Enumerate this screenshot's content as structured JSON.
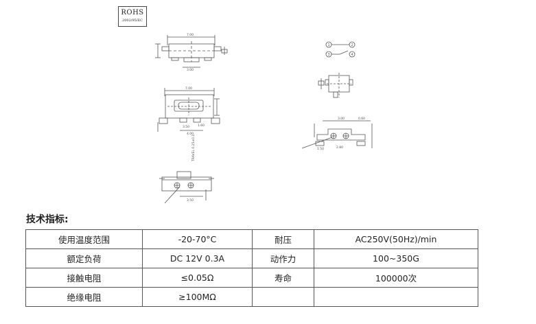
{
  "badge": {
    "mark": "ROHS",
    "code": "2002/95/EC"
  },
  "drawing_labels": {
    "dim_w1": "7.00",
    "dim_w2": "7.00",
    "dim_b1": "3.00",
    "dim_b2": "3.50",
    "dim_b3": "4.00",
    "dim_s1": "1.60",
    "dim_s2": "3.50",
    "dim_r1": "3.00",
    "dim_r2": "0.60",
    "dim_r3": "1.50",
    "dim_r4": "2.80",
    "pin1": "1",
    "pin2": "2",
    "pin3": "3",
    "pin4": "4",
    "vertical_note": "TRAVEL 0.25±0.1"
  },
  "section_title": "技术指标:",
  "specs": {
    "rows": [
      {
        "label1": "使用温度范围",
        "value1": "-20-70°C",
        "label2": "耐压",
        "value2": "AC250V(50Hz)/min"
      },
      {
        "label1": "额定负荷",
        "value1": "DC 12V 0.3A",
        "label2": "动作力",
        "value2": "100~350G"
      },
      {
        "label1": "接触电阻",
        "value1": "≤0.05Ω",
        "label2": "寿命",
        "value2": "100000次"
      },
      {
        "label1": "绝缘电阻",
        "value1": "≥100MΩ",
        "label2": "",
        "value2": ""
      }
    ]
  }
}
